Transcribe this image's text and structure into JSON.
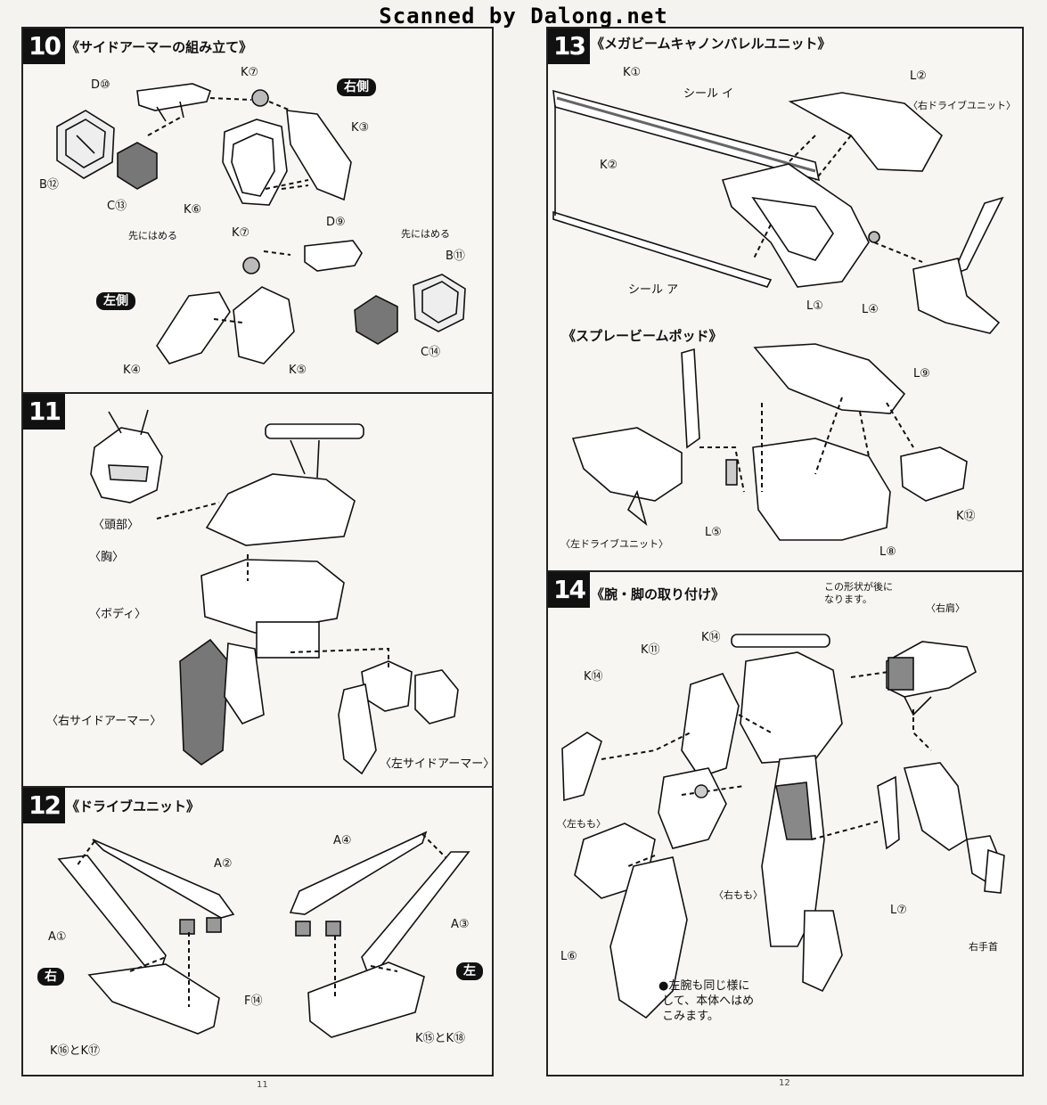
{
  "watermark": "Scanned by Dalong.net",
  "page_numbers": {
    "left": "11",
    "right": "12"
  },
  "step10": {
    "number": "10",
    "title": "《サイドアーマーの組み立て》",
    "right_badge": "右側",
    "left_badge": "左側",
    "labels": {
      "d10": "D⑩",
      "k7a": "K⑦",
      "k3": "K③",
      "b12": "B⑫",
      "c13": "C⑬",
      "k6": "K⑥",
      "fit_first_a": "先にはめる",
      "k7b": "K⑦",
      "d9": "D⑨",
      "fit_first_b": "先にはめる",
      "b11": "B⑪",
      "k4": "K④",
      "k5": "K⑤",
      "c14": "C⑭"
    }
  },
  "step11": {
    "number": "11",
    "labels": {
      "head": "〈頭部〉",
      "chest": "〈胸〉",
      "body": "〈ボディ〉",
      "right_side_armor": "〈右サイドアーマー〉",
      "left_side_armor": "〈左サイドアーマー〉"
    }
  },
  "step12": {
    "number": "12",
    "title": "《ドライブユニット》",
    "right_badge": "右",
    "left_badge": "左",
    "labels": {
      "a2": "A②",
      "a1": "A①",
      "f14": "F⑭",
      "k16k17": "K⑯とK⑰",
      "a4": "A④",
      "a3": "A③",
      "k15k18": "K⑮とK⑱"
    }
  },
  "step13": {
    "number": "13",
    "title": "《メガビームキャノンバレルユニット》",
    "subtitle": "《スプレービームポッド》",
    "labels": {
      "k1": "K①",
      "seal_i": "シール イ",
      "k2": "K②",
      "l2": "L②",
      "right_drive_unit": "〈右ドライブユニット〉",
      "seal_a": "シール ア",
      "l1": "L①",
      "l4": "L④",
      "l9": "L⑨",
      "k12": "K⑫",
      "left_drive_unit": "〈左ドライブユニット〉",
      "l5": "L⑤",
      "l8": "L⑧"
    }
  },
  "step14": {
    "number": "14",
    "title": "《腕・脚の取り付け》",
    "labels": {
      "shape_note": "この形状が後に\nなります。",
      "right_shoulder": "〈右肩〉",
      "k11": "K⑪",
      "k14a": "K⑭",
      "k14b": "K⑭",
      "left_thigh": "〈左もも〉",
      "right_thigh": "〈右もも〉",
      "l7": "L⑦",
      "l6": "L⑥",
      "right_wrist": "右手首"
    },
    "note": "●左腕も同じ様に\n して、本体へはめ\n こみます。"
  }
}
